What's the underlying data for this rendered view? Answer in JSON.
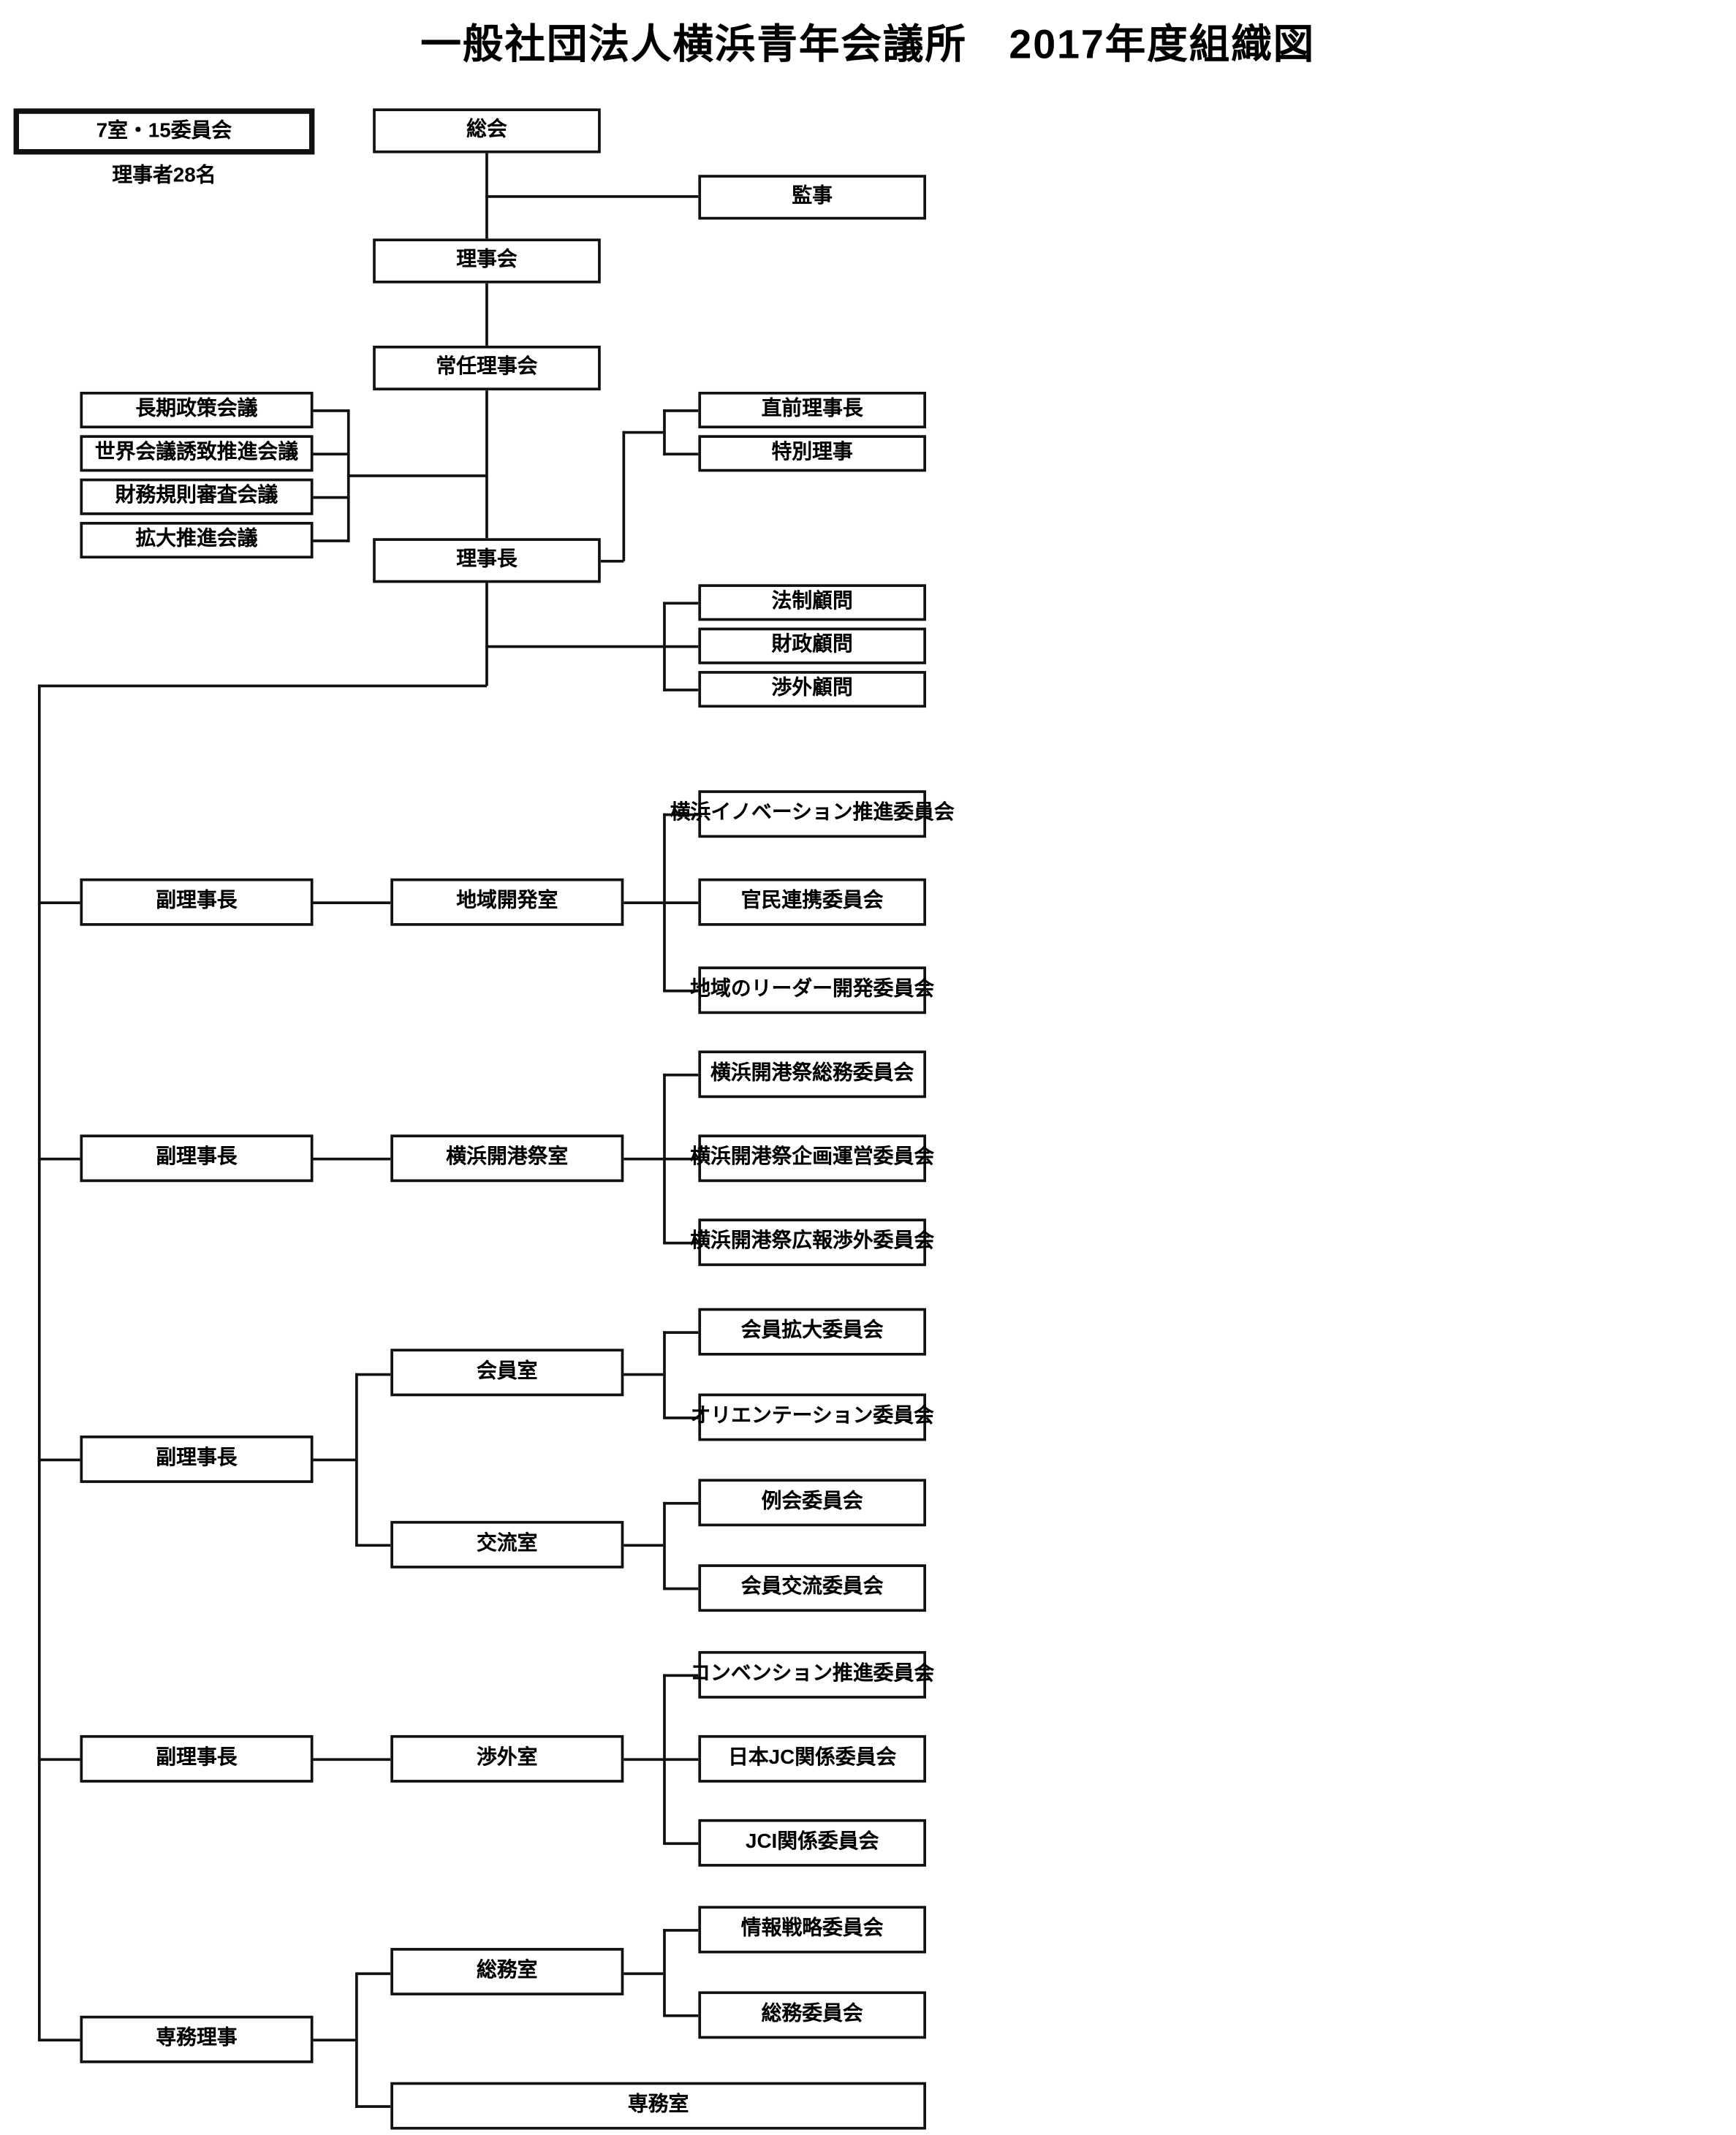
{
  "title": "一般社団法人横浜青年会議所　2017年度組織図",
  "summary": {
    "box_label": "7室・15委員会",
    "note_label": "理事者28名"
  },
  "governance": {
    "general_assembly": "総会",
    "auditors": "監事",
    "board_of_directors": "理事会",
    "standing_board": "常任理事会",
    "president": "理事長"
  },
  "councils": [
    {
      "label": "長期政策会議"
    },
    {
      "label": "世界会議誘致推進会議"
    },
    {
      "label": "財務規則審査会議"
    },
    {
      "label": "拡大推進会議"
    }
  ],
  "special_directors": [
    {
      "label": "直前理事長"
    },
    {
      "label": "特別理事"
    }
  ],
  "advisors": [
    {
      "label": "法制顧問"
    },
    {
      "label": "財政顧問"
    },
    {
      "label": "渉外顧問"
    }
  ],
  "divisions": [
    {
      "officer": "副理事長",
      "rooms": [
        {
          "label": "地域開発室",
          "committees": [
            "横浜イノベーション推進委員会",
            "官民連携委員会",
            "地域のリーダー開発委員会"
          ]
        }
      ]
    },
    {
      "officer": "副理事長",
      "rooms": [
        {
          "label": "横浜開港祭室",
          "committees": [
            "横浜開港祭総務委員会",
            "横浜開港祭企画運営委員会",
            "横浜開港祭広報渉外委員会"
          ]
        }
      ]
    },
    {
      "officer": "副理事長",
      "rooms": [
        {
          "label": "会員室",
          "committees": [
            "会員拡大委員会",
            "オリエンテーション委員会"
          ]
        },
        {
          "label": "交流室",
          "committees": [
            "例会委員会",
            "会員交流委員会"
          ]
        }
      ]
    },
    {
      "officer": "副理事長",
      "rooms": [
        {
          "label": "渉外室",
          "committees": [
            "コンベンション推進委員会",
            "日本JC関係委員会",
            "JCI関係委員会"
          ]
        }
      ]
    },
    {
      "officer": "専務理事",
      "rooms": [
        {
          "label": "総務室",
          "committees": [
            "情報戦略委員会",
            "総務委員会"
          ]
        },
        {
          "label": "専務室",
          "committees": []
        }
      ]
    }
  ],
  "colors": {
    "line": "#111111",
    "background": "#ffffff"
  }
}
